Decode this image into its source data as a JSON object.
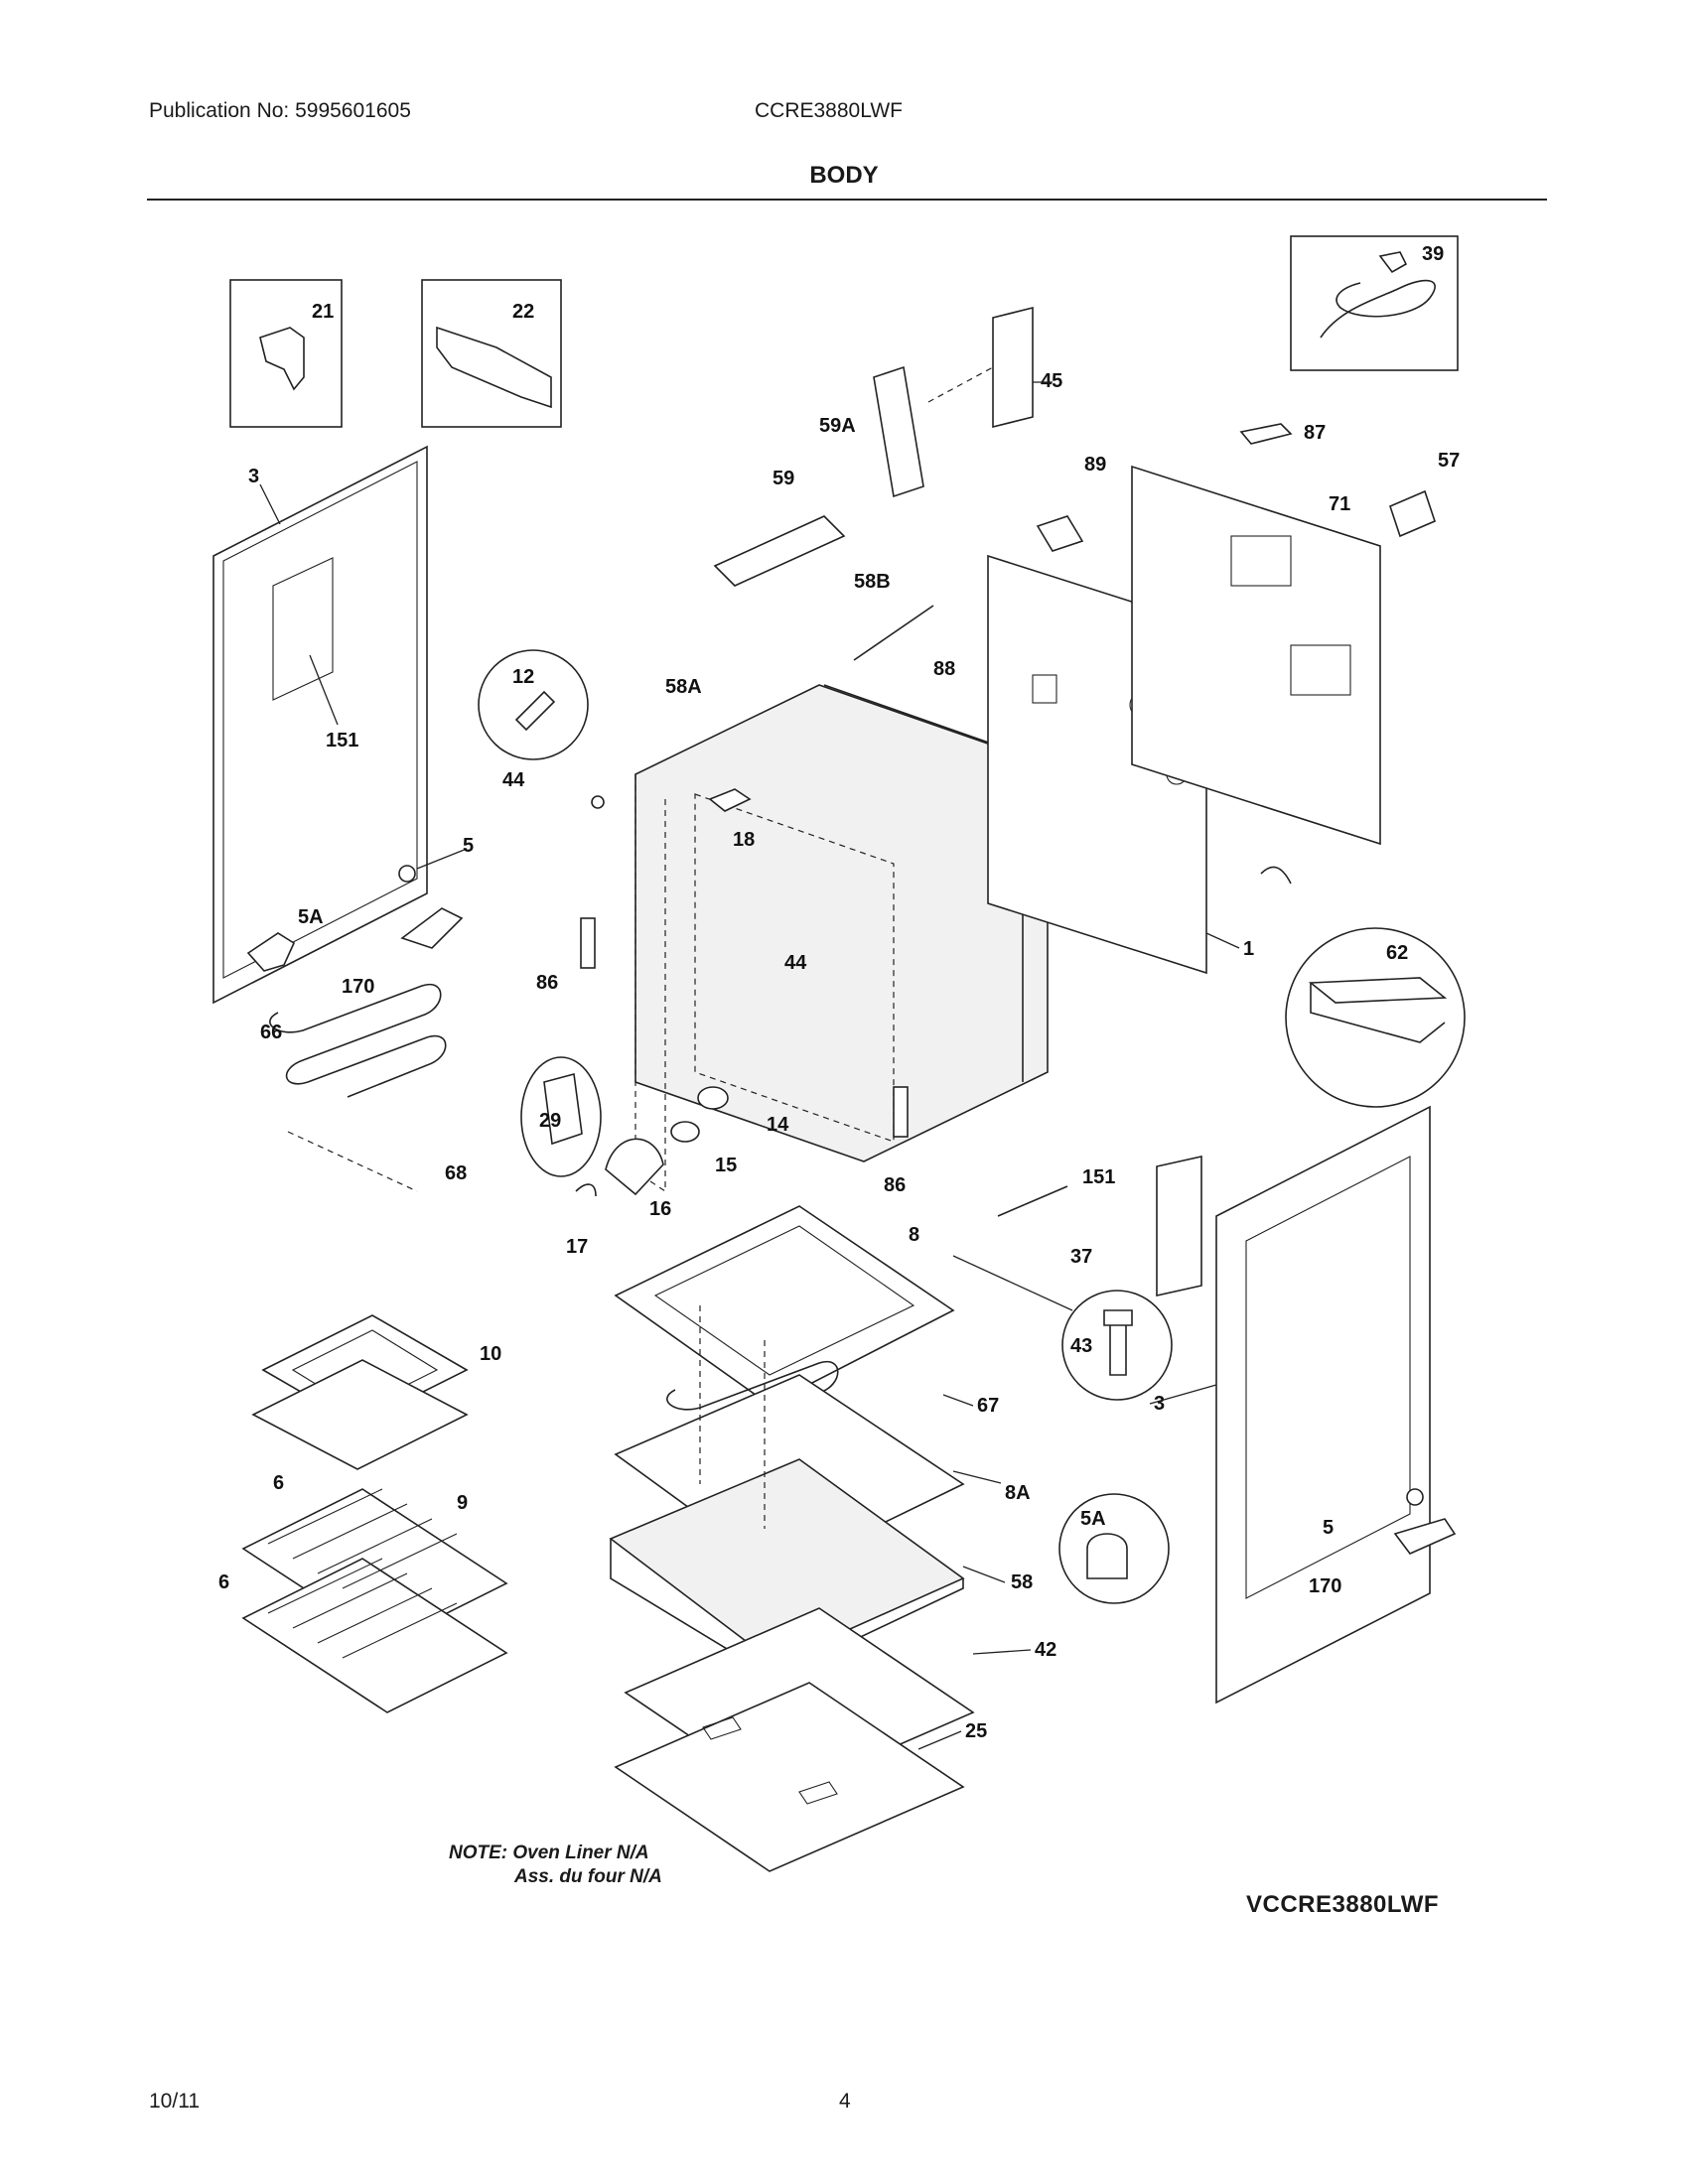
{
  "header": {
    "publication": "Publication No: 5995601605",
    "model": "CCRE3880LWF",
    "section_title": "BODY"
  },
  "parts": [
    {
      "callout": "1"
    },
    {
      "callout": "3"
    },
    {
      "callout": "5"
    },
    {
      "callout": "5A"
    },
    {
      "callout": "6"
    },
    {
      "callout": "8"
    },
    {
      "callout": "8A"
    },
    {
      "callout": "9"
    },
    {
      "callout": "10"
    },
    {
      "callout": "12"
    },
    {
      "callout": "14"
    },
    {
      "callout": "15"
    },
    {
      "callout": "16"
    },
    {
      "callout": "17"
    },
    {
      "callout": "18"
    },
    {
      "callout": "21"
    },
    {
      "callout": "22"
    },
    {
      "callout": "25"
    },
    {
      "callout": "29"
    },
    {
      "callout": "37"
    },
    {
      "callout": "39"
    },
    {
      "callout": "42"
    },
    {
      "callout": "43"
    },
    {
      "callout": "44"
    },
    {
      "callout": "45"
    },
    {
      "callout": "57"
    },
    {
      "callout": "58"
    },
    {
      "callout": "58A"
    },
    {
      "callout": "58B"
    },
    {
      "callout": "59"
    },
    {
      "callout": "59A"
    },
    {
      "callout": "62"
    },
    {
      "callout": "66"
    },
    {
      "callout": "67"
    },
    {
      "callout": "68"
    },
    {
      "callout": "71"
    },
    {
      "callout": "86"
    },
    {
      "callout": "87"
    },
    {
      "callout": "88"
    },
    {
      "callout": "89"
    },
    {
      "callout": "151"
    },
    {
      "callout": "170"
    }
  ],
  "note": {
    "line1": "NOTE: Oven Liner N/A",
    "line2": "Ass. du four N/A"
  },
  "diagram_id": "VCCRE3880LWF",
  "footer": {
    "date": "10/11",
    "page": "4"
  }
}
